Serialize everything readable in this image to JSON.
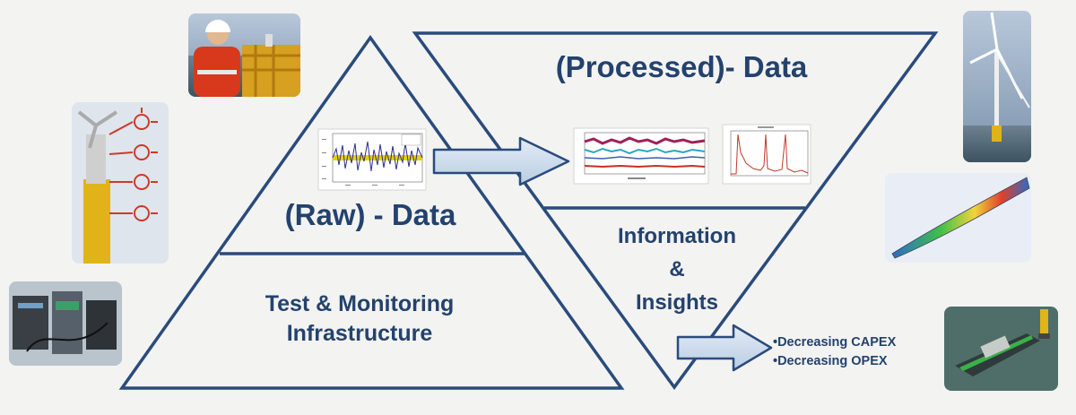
{
  "colors": {
    "accent": "#2a4b7c",
    "text": "#24426e",
    "arrow_fill": "#c9d9ea"
  },
  "labels": {
    "raw_data": "(Raw) - Data",
    "processed_data": "(Processed)- Data",
    "infrastructure_line1": "Test & Monitoring",
    "infrastructure_line2": "Infrastructure",
    "info_line1": "Information",
    "info_line2": "&",
    "info_line3": "Insights"
  },
  "outcomes": [
    "•Decreasing CAPEX",
    "•Decreasing OPEX"
  ],
  "icons": {
    "photo_worker": "offshore-worker-photo",
    "photo_sensors": "turbine-sensor-diagram",
    "photo_lab": "lab-equipment-photo",
    "photo_turbine": "wind-turbine-photo",
    "photo_blade": "blade-simulation-photo",
    "photo_vessel": "service-vessel-photo",
    "chart_raw": "raw-signal-chart",
    "chart_processed1": "processed-timeseries-chart",
    "chart_processed2": "frequency-spectrum-chart"
  }
}
